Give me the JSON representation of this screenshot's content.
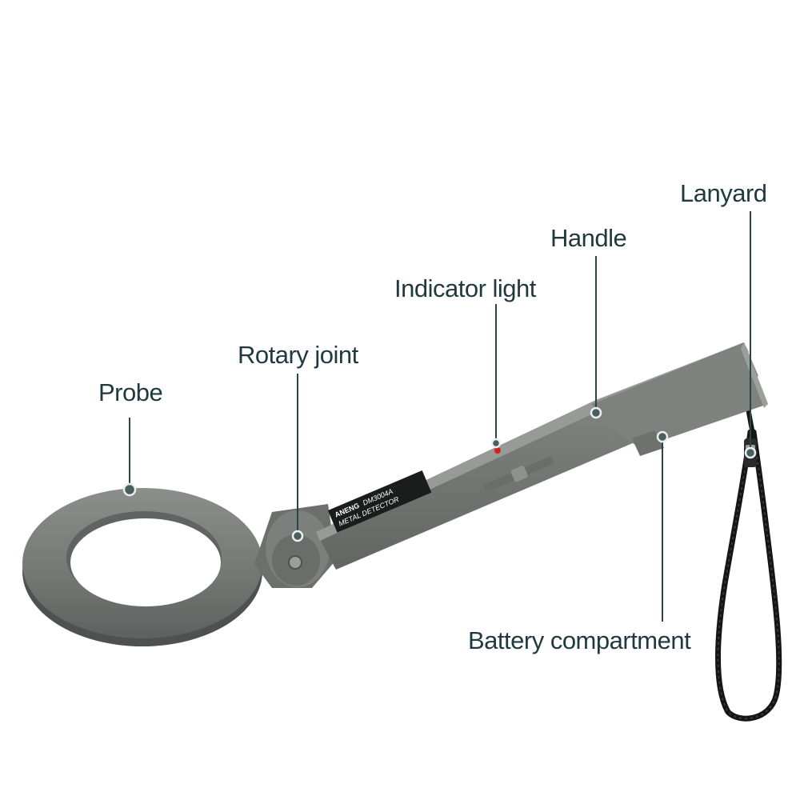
{
  "product": {
    "brand": "ANENG",
    "model": "DM3004A",
    "name": "METAL DETECTOR"
  },
  "labels": {
    "probe": "Probe",
    "rotary_joint": "Rotary joint",
    "indicator_light": "Indicator light",
    "handle": "Handle",
    "lanyard": "Lanyard",
    "battery_compartment": "Battery compartment"
  },
  "colors": {
    "body": "#7b7f7c",
    "body_dark": "#5a5e5c",
    "text": "#1f3a3e",
    "indicator": "#d42020",
    "cord": "#151515"
  }
}
